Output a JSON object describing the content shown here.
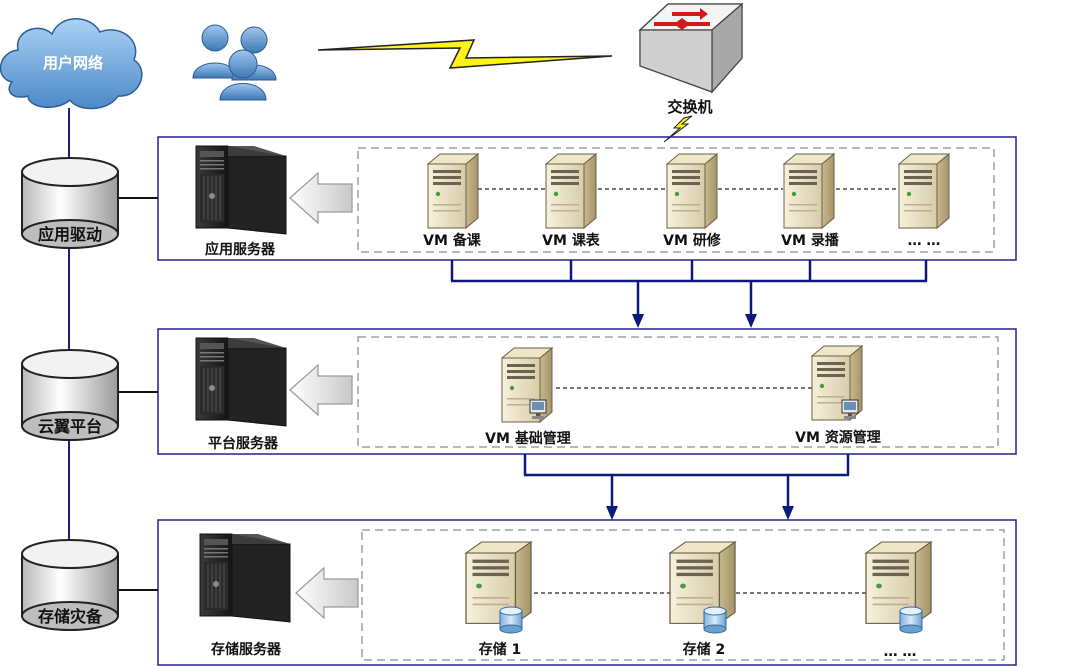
{
  "network": {
    "cloud_label": "用户网络",
    "switch_label": "交换机"
  },
  "tiers": [
    {
      "cylinder_label": "应用驱动",
      "server_label": "应用服务器",
      "nodes": [
        "VM 备课",
        "VM 课表",
        "VM 研修",
        "VM 录播",
        "… …"
      ]
    },
    {
      "cylinder_label": "云翼平台",
      "server_label": "平台服务器",
      "nodes": [
        "VM 基础管理",
        "VM 资源管理"
      ]
    },
    {
      "cylinder_label": "存储灾备",
      "server_label": "存储服务器",
      "nodes": [
        "存储 1",
        "存储 2",
        "… …"
      ]
    }
  ],
  "colors": {
    "frame_border": "#22228a",
    "connector": "#0b1a7a",
    "dashed_border": "#a0a0a0",
    "lightning": "#ffef1a",
    "cloud": "#6fa9dd"
  }
}
